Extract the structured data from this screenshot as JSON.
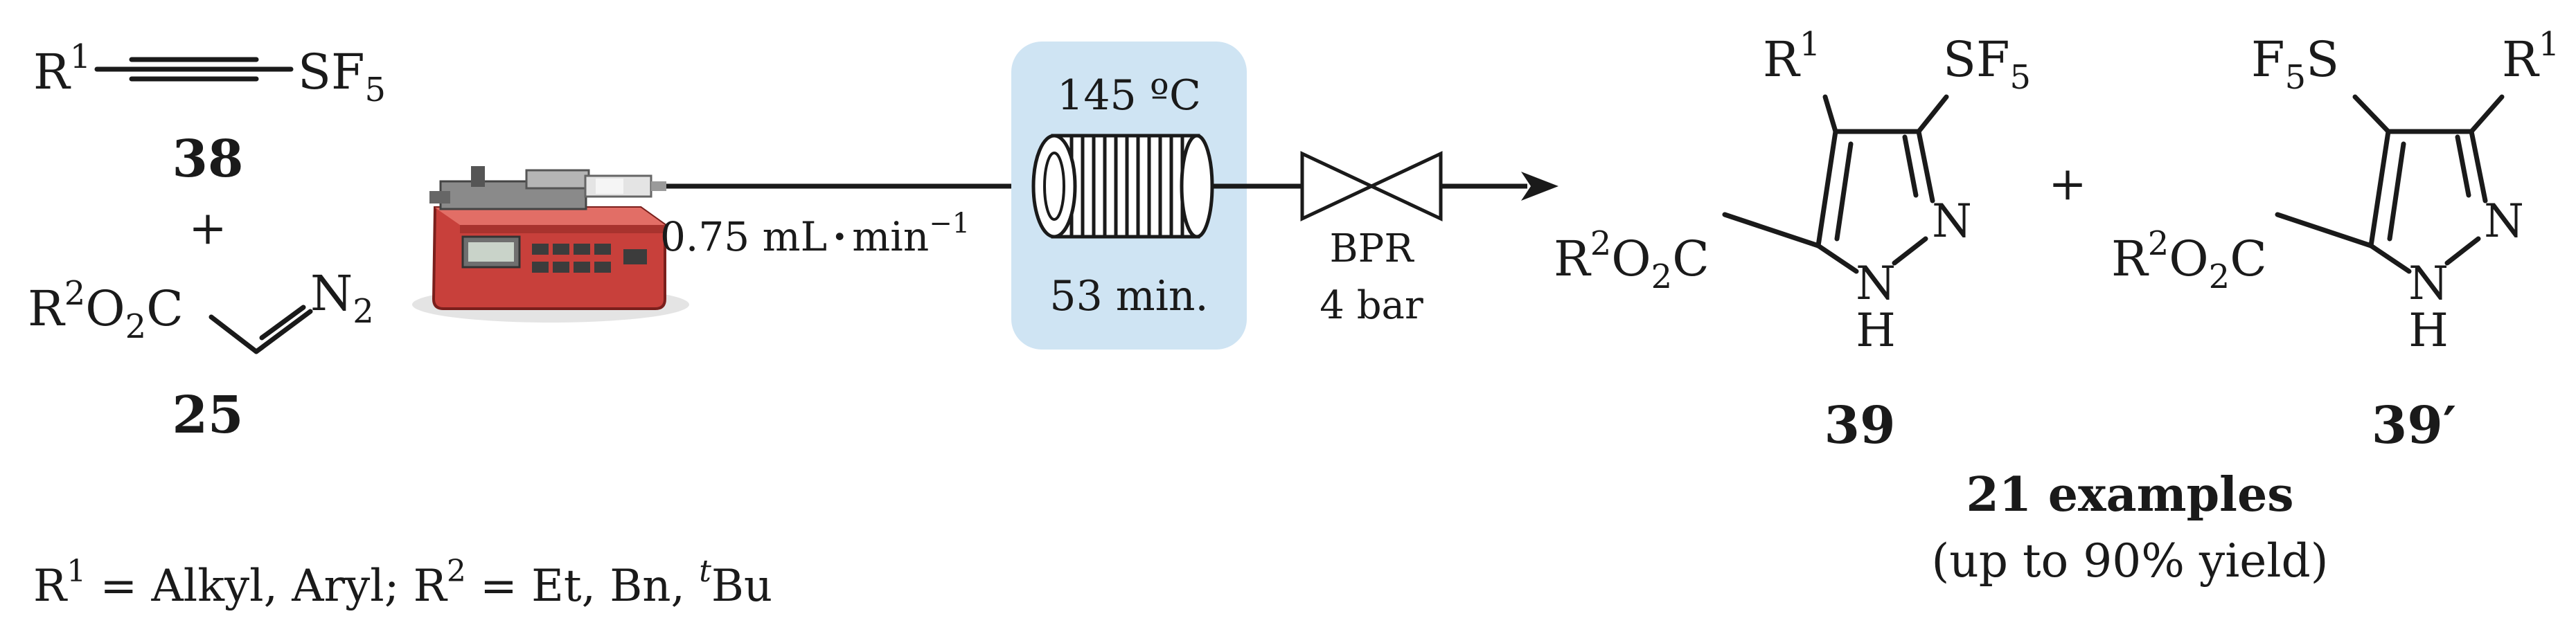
{
  "reagents": {
    "alkyne": {
      "r1": "R",
      "r1_sup": "1",
      "sf": "SF",
      "sf_sub": "5",
      "number": "38"
    },
    "plus": "+",
    "diazo": {
      "r2": "R",
      "r2_sup": "2",
      "o": "O",
      "o_sub": "2",
      "c": "C",
      "n": "N",
      "n_sub": "2",
      "number": "25"
    }
  },
  "flow": {
    "flow_rate": "0.75 mL",
    "flow_rate_dot": "·",
    "flow_rate_unit": "min",
    "flow_rate_exp": "−1",
    "reactor_temperature": "145 ºC",
    "residence_time": "53 min.",
    "bpr_label": "BPR",
    "bpr_pressure": "4 bar"
  },
  "products": {
    "main": {
      "r1": "R",
      "r1_sup": "1",
      "sf": "SF",
      "sf_sub": "5",
      "n": "N",
      "nh_n": "N",
      "nh_h": "H",
      "ester_r": "R",
      "ester_sup": "2",
      "ester_o": "O",
      "ester_sub": "2",
      "ester_c": "C",
      "number": "39"
    },
    "plus": "+",
    "regio": {
      "r1": "R",
      "r1_sup": "1",
      "f": "F",
      "f_sub": "5",
      "s": "S",
      "n": "N",
      "nh_n": "N",
      "nh_h": "H",
      "ester_r": "R",
      "ester_sup": "2",
      "ester_o": "O",
      "ester_sub": "2",
      "ester_c": "C",
      "number": "39′"
    }
  },
  "summary": {
    "examples": "21 examples",
    "yield": "(up to 90% yield)"
  },
  "substituents": {
    "r1_label": "R",
    "r1_sup": "1",
    "r1_values": " = Alkyl, Aryl; ",
    "r2_label": "R",
    "r2_sup": "2",
    "r2_values": " = Et, Bn, ",
    "tbu_prefix": "t",
    "tbu": "Bu"
  },
  "colors": {
    "reactor_bg": "#cfe4f3",
    "pump_body": "#c8403b",
    "ink": "#1a1a1a"
  }
}
